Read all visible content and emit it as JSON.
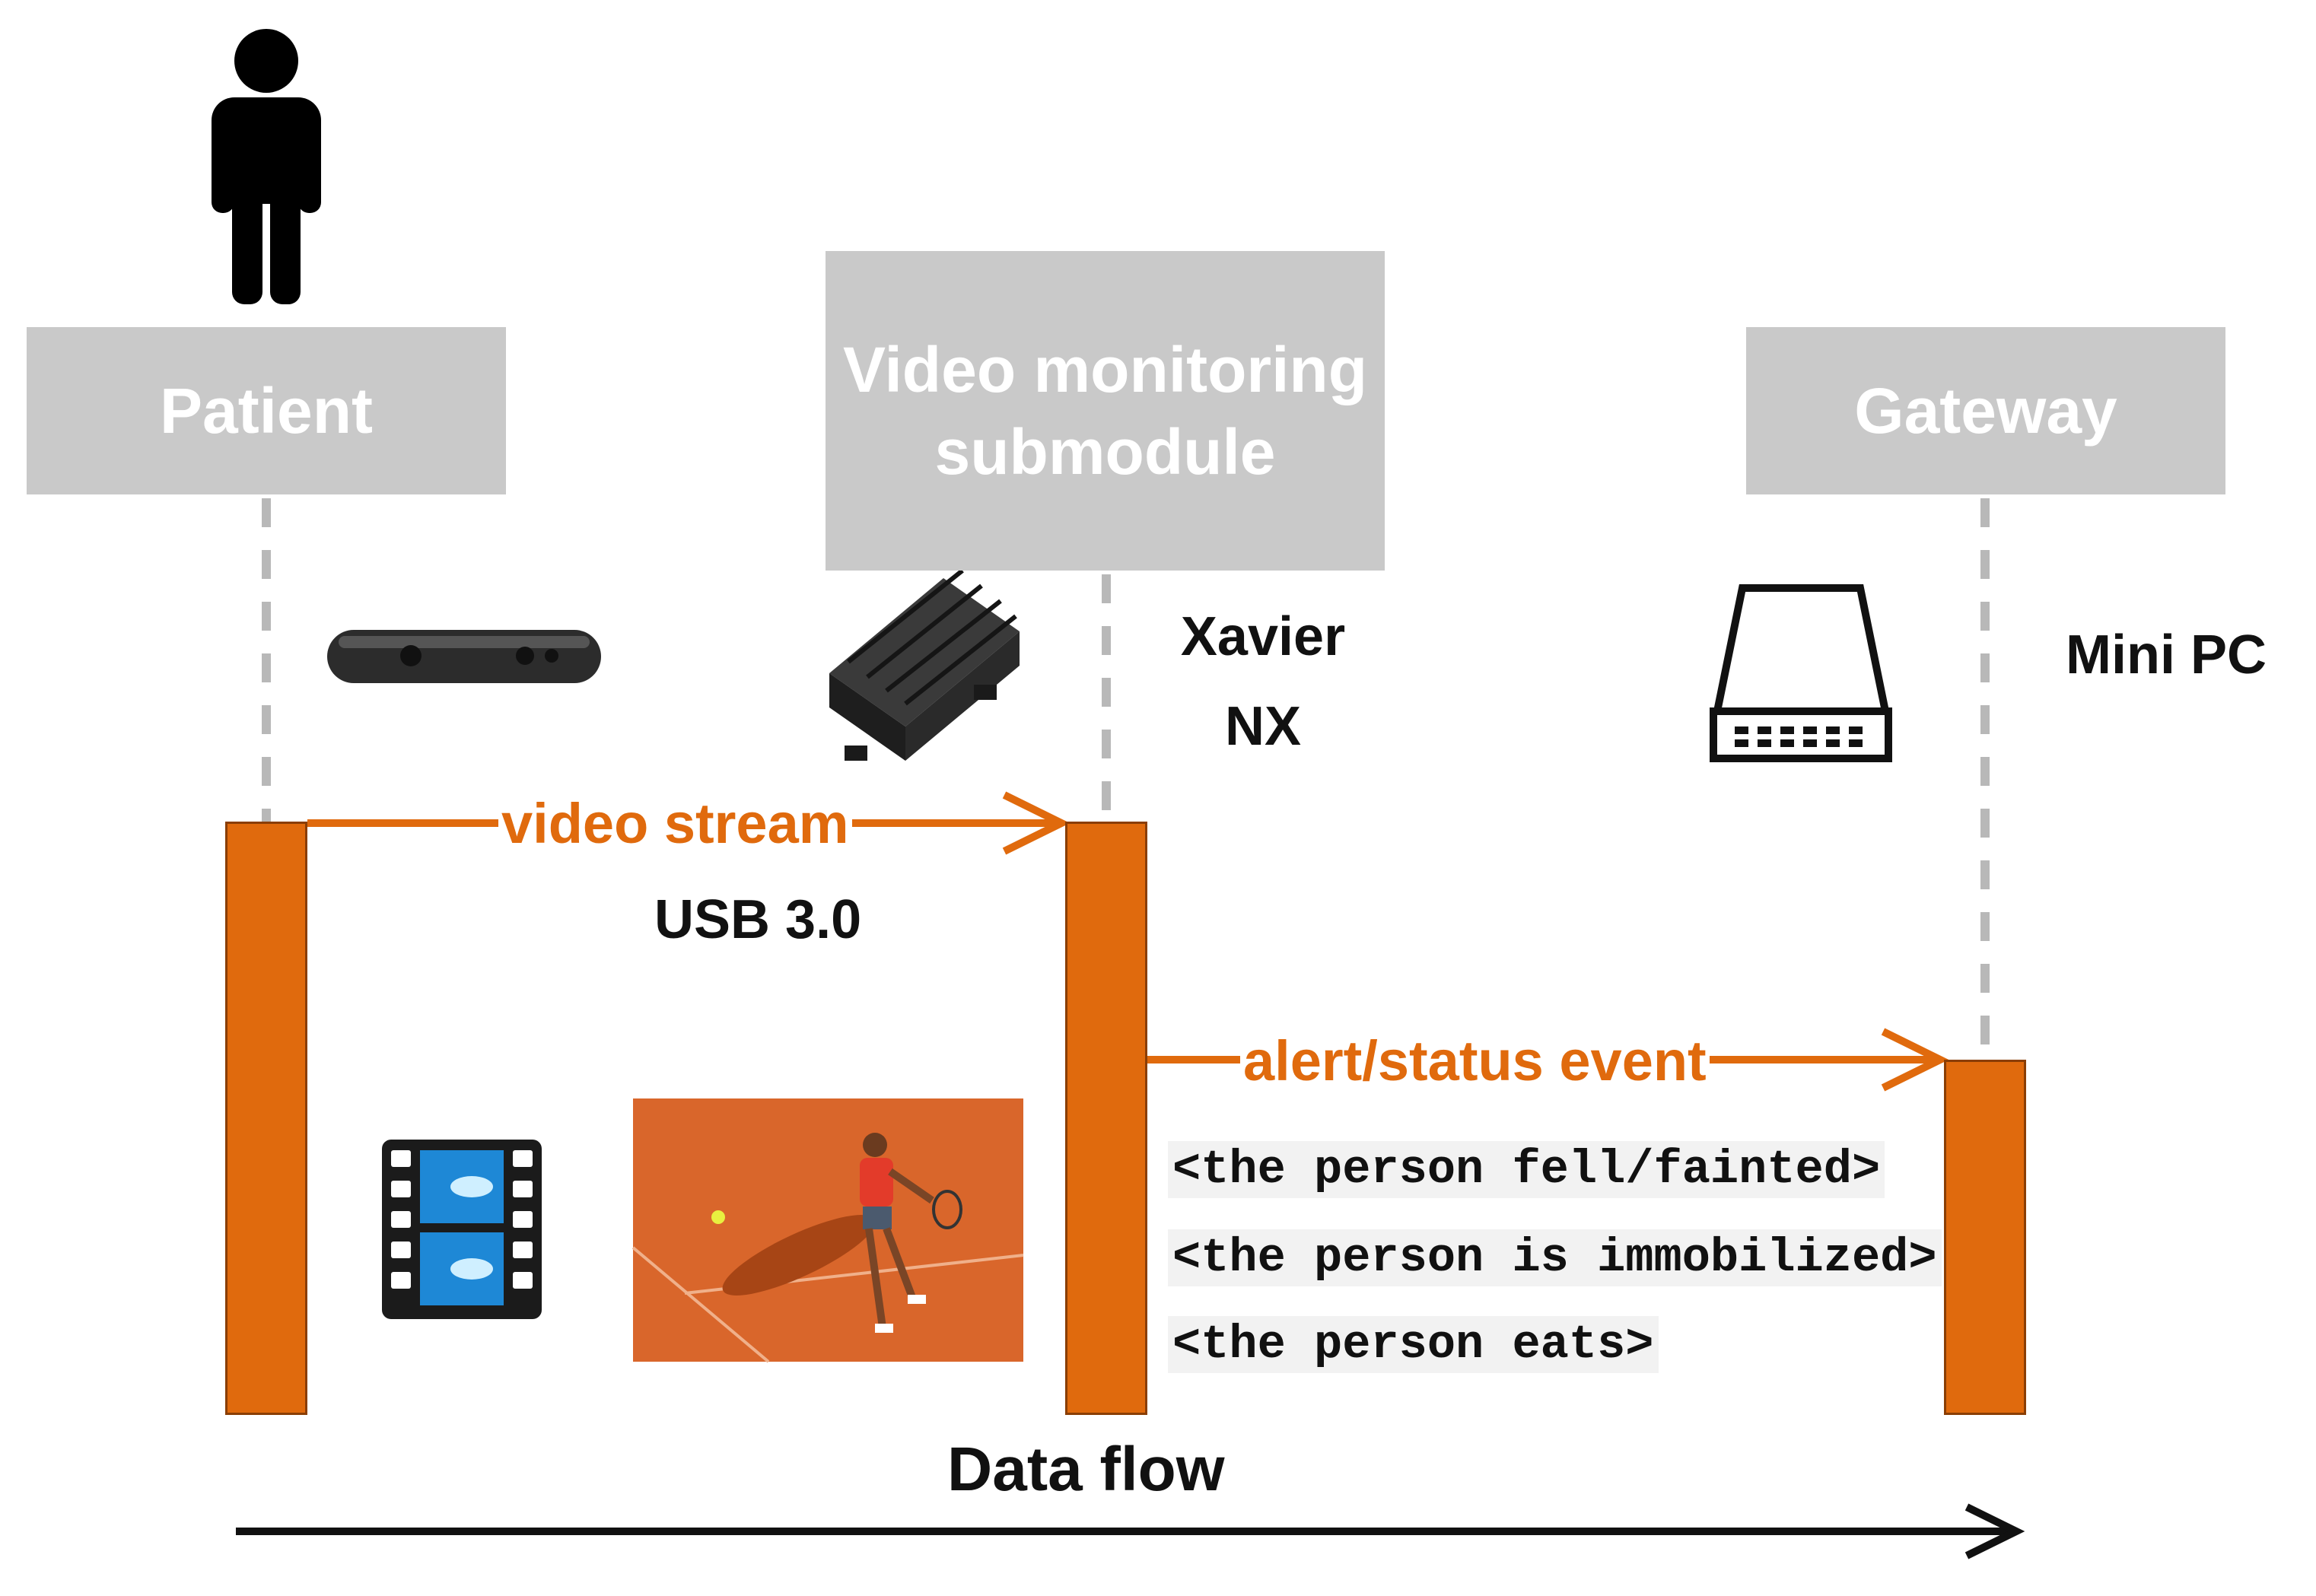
{
  "colors": {
    "accent": "#e06a0d",
    "header_fill": "#c9c9c9",
    "header_text": "#ffffff",
    "lifeline": "#b8b8b8"
  },
  "lifelines": {
    "patient": {
      "title": "Patient"
    },
    "video_monitoring": {
      "title": "Video monitoring submodule"
    },
    "gateway": {
      "title": "Gateway"
    }
  },
  "devices": {
    "camera_icon": "depth-camera-icon",
    "xavier": {
      "icon": "jetson-module-icon",
      "label": "Xavier NX"
    },
    "gateway": {
      "icon": "mini-pc-icon",
      "label": "Mini PC"
    }
  },
  "messages": {
    "video_stream": {
      "label": "video stream",
      "connection": "USB 3.0"
    },
    "alert_status": {
      "label": "alert/status event",
      "events": [
        "<the person fell/fainted>",
        "<the person is immobilized>",
        "<the person eats>"
      ]
    }
  },
  "illustrations": {
    "film_icon": "film-strip-icon",
    "photo": "tennis-player-photo"
  },
  "footer": {
    "label": "Data flow"
  }
}
